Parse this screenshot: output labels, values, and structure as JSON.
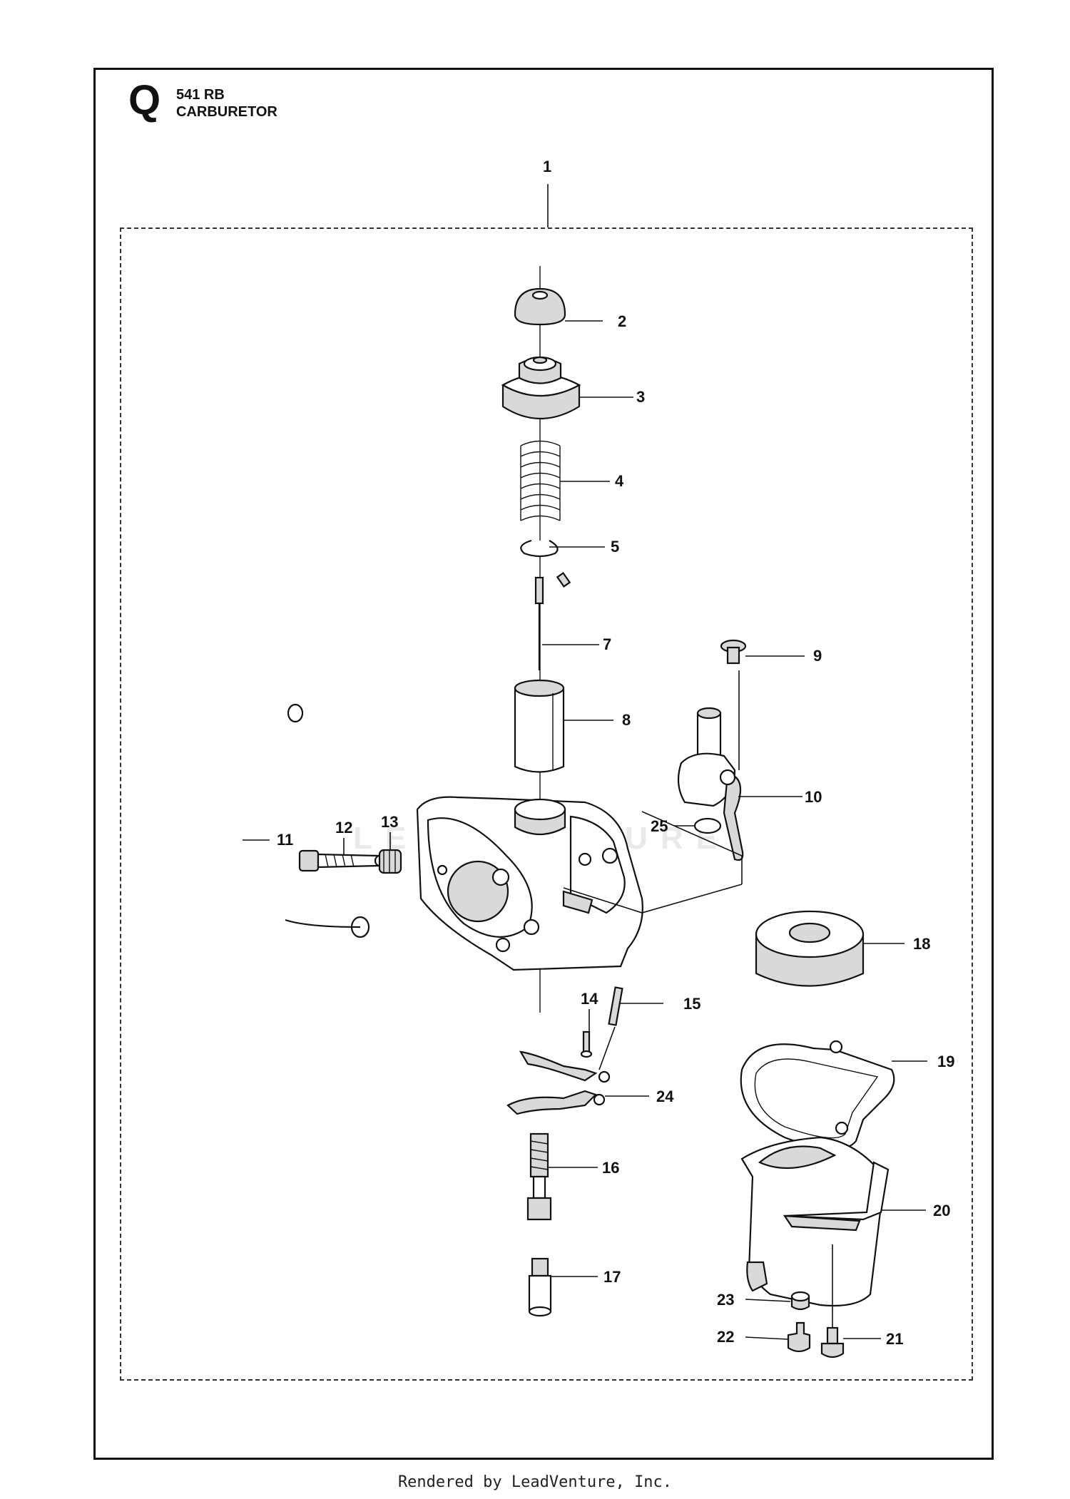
{
  "header": {
    "section_letter": "Q",
    "model": "541 RB",
    "title": "CARBURETOR"
  },
  "watermark": "LEADVENTURE",
  "footer": "Rendered by LeadVenture, Inc.",
  "callouts": [
    "1",
    "2",
    "3",
    "4",
    "5",
    "7",
    "8",
    "9",
    "10",
    "25",
    "11",
    "12",
    "13",
    "18",
    "14",
    "15",
    "19",
    "24",
    "16",
    "20",
    "17",
    "23",
    "22",
    "21"
  ]
}
